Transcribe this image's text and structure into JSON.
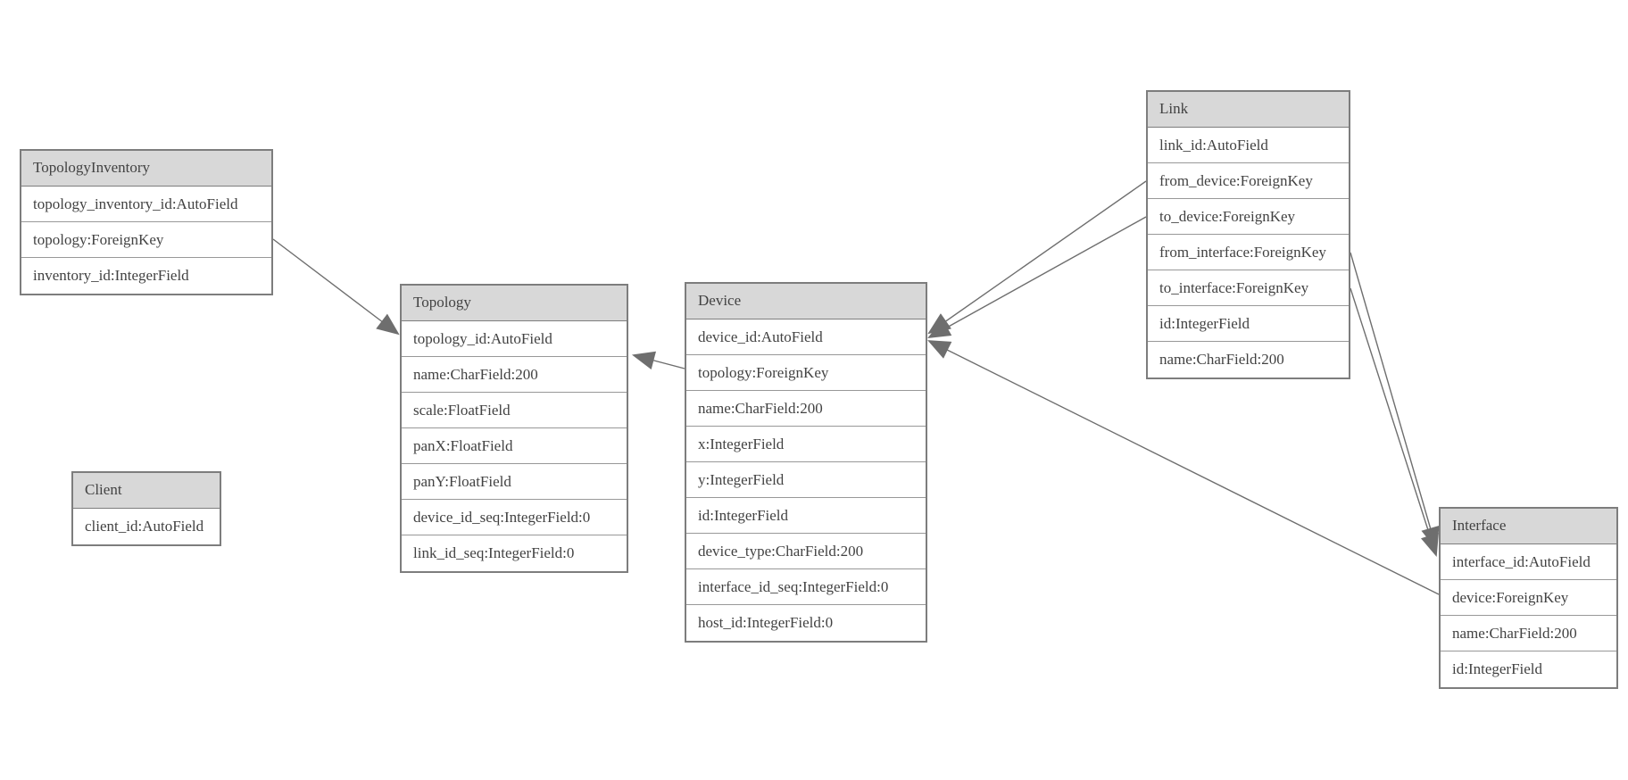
{
  "diagram": {
    "background_color": "#ffffff",
    "header_fill_color": "#d8d8d8",
    "border_color": "#7d7d7d",
    "row_divider_color": "#989898",
    "edge_color": "#6e6e6e",
    "text_color": "#424242"
  },
  "tables": {
    "topology_inventory": {
      "title": "TopologyInventory",
      "rows": [
        "topology_inventory_id:AutoField",
        "topology:ForeignKey",
        "inventory_id:IntegerField"
      ]
    },
    "topology": {
      "title": "Topology",
      "rows": [
        "topology_id:AutoField",
        "name:CharField:200",
        "scale:FloatField",
        "panX:FloatField",
        "panY:FloatField",
        "device_id_seq:IntegerField:0",
        "link_id_seq:IntegerField:0"
      ]
    },
    "client": {
      "title": "Client",
      "rows": [
        "client_id:AutoField"
      ]
    },
    "device": {
      "title": "Device",
      "rows": [
        "device_id:AutoField",
        "topology:ForeignKey",
        "name:CharField:200",
        "x:IntegerField",
        "y:IntegerField",
        "id:IntegerField",
        "device_type:CharField:200",
        "interface_id_seq:IntegerField:0",
        "host_id:IntegerField:0"
      ]
    },
    "link": {
      "title": "Link",
      "rows": [
        "link_id:AutoField",
        "from_device:ForeignKey",
        "to_device:ForeignKey",
        "from_interface:ForeignKey",
        "to_interface:ForeignKey",
        "id:IntegerField",
        "name:CharField:200"
      ]
    },
    "interface": {
      "title": "Interface",
      "rows": [
        "interface_id:AutoField",
        "device:ForeignKey",
        "name:CharField:200",
        "id:IntegerField"
      ]
    }
  },
  "relationships": [
    {
      "from": "TopologyInventory.topology",
      "to": "Topology.topology_id"
    },
    {
      "from": "Device.topology",
      "to": "Topology.topology_id"
    },
    {
      "from": "Link.from_device",
      "to": "Device.device_id"
    },
    {
      "from": "Link.to_device",
      "to": "Device.device_id"
    },
    {
      "from": "Interface.device",
      "to": "Device.device_id"
    },
    {
      "from": "Link.from_interface",
      "to": "Interface.interface_id"
    },
    {
      "from": "Link.to_interface",
      "to": "Interface.interface_id"
    }
  ]
}
